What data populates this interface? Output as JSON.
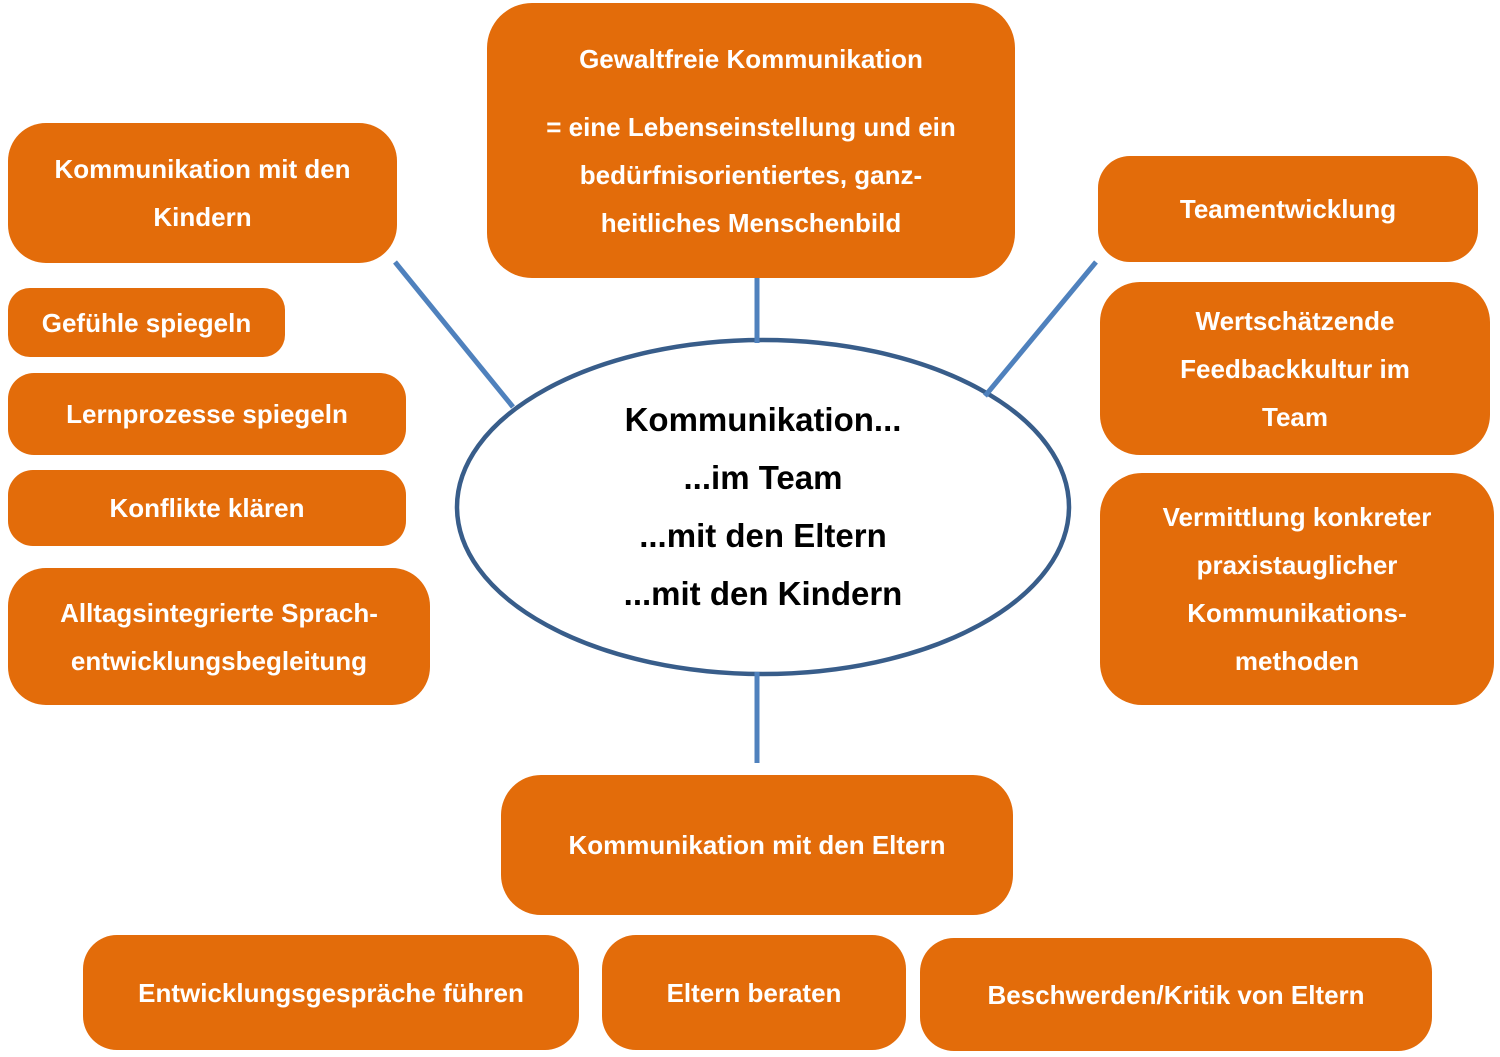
{
  "colors": {
    "box_fill": "#E36C0A",
    "box_text": "#FFFFFF",
    "connector": "#4F81BD",
    "ellipse_stroke": "#385D8A",
    "ellipse_fill": "#FFFFFF",
    "ellipse_text": "#000000",
    "background": "#FFFFFF"
  },
  "ellipse": {
    "lines": [
      "Kommunikation...",
      "...im Team",
      "...mit den Eltern",
      "...mit den Kindern"
    ]
  },
  "boxes": {
    "gewaltfreie_kommunikation": {
      "lines": [
        "Gewaltfreie Kommunikation",
        "= eine Lebenseinstellung und ein",
        "bedürfnisorientiertes, ganz-",
        "heitliches Menschenbild"
      ]
    },
    "kommunikation_mit_den_kindern": {
      "lines": [
        "Kommunikation mit den",
        "Kindern"
      ]
    },
    "gefuehle_spiegeln": {
      "lines": [
        "Gefühle spiegeln"
      ]
    },
    "lernprozesse_spiegeln": {
      "lines": [
        "Lernprozesse spiegeln"
      ]
    },
    "konflikte_klaeren": {
      "lines": [
        "Konflikte klären"
      ]
    },
    "alltagsintegrierte_sprachentwicklungsbegleitung": {
      "lines": [
        "Alltagsintegrierte Sprach-",
        "entwicklungsbegleitung"
      ]
    },
    "teamentwicklung": {
      "lines": [
        "Teamentwicklung"
      ]
    },
    "wertschaetzende_feedbackkultur": {
      "lines": [
        "Wertschätzende",
        "Feedbackkultur im",
        "Team"
      ]
    },
    "vermittlung_kommunikationsmethoden": {
      "lines": [
        "Vermittlung konkreter",
        "praxistauglicher",
        "Kommunikations-",
        "methoden"
      ]
    },
    "kommunikation_mit_den_eltern": {
      "lines": [
        "Kommunikation mit den Eltern"
      ]
    },
    "entwicklungsgespraeche_fuehren": {
      "lines": [
        "Entwicklungsgespräche führen"
      ]
    },
    "eltern_beraten": {
      "lines": [
        "Eltern beraten"
      ]
    },
    "beschwerden_kritik_von_eltern": {
      "lines": [
        "Beschwerden/Kritik von Eltern"
      ]
    }
  }
}
